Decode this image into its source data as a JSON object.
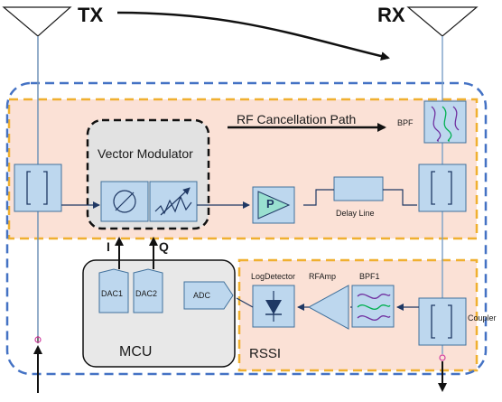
{
  "labels": {
    "tx": "TX",
    "rx": "RX",
    "rf_path": "RF Cancellation Path",
    "vector_modulator": "Vector Modulator",
    "bpf": "BPF",
    "delay_line": "Delay Line",
    "amp_p": "P",
    "i": "I",
    "q": "Q",
    "dac1": "DAC1",
    "dac2": "DAC2",
    "adc": "ADC",
    "mcu": "MCU",
    "log_detector": "LogDetector",
    "rf_amp": "RFAmp",
    "bpf1": "BPF1",
    "rssi": "RSSI",
    "coupler": "Coupler"
  },
  "colors": {
    "outer_dashed": "#4472c4",
    "inner_dashed": "#f0b030",
    "path_fill": "#fbe1d6",
    "rssi_fill": "#fbe1d6",
    "block_fill": "#bdd7ee",
    "block_border": "#41719c",
    "amp_fill": "#99e0d0",
    "mcu_fill": "#e8e8e8",
    "wire": "#1f3864"
  }
}
